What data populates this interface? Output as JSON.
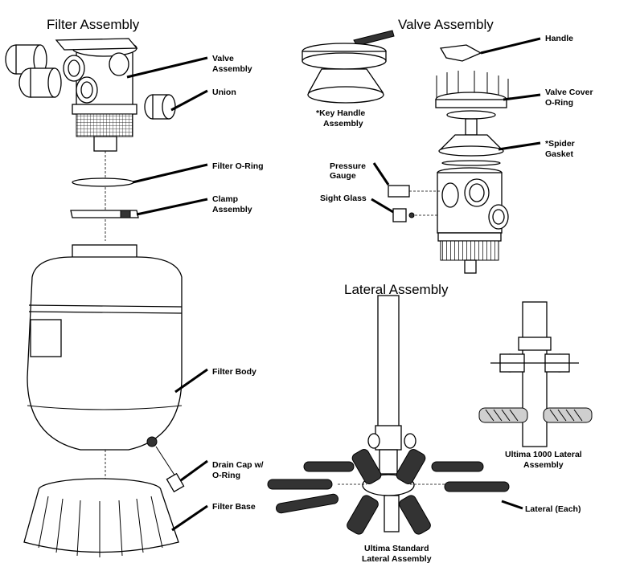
{
  "sections": {
    "filter": "Filter Assembly",
    "valve": "Valve Assembly",
    "lateral": "Lateral Assembly"
  },
  "labels": {
    "valve_assembly": [
      "Valve",
      "Assembly"
    ],
    "union": [
      "Union"
    ],
    "filter_oring": [
      "Filter O-Ring"
    ],
    "clamp_assembly": [
      "Clamp",
      "Assembly"
    ],
    "filter_body": [
      "Filter Body"
    ],
    "drain_cap": [
      "Drain Cap w/",
      "O-Ring"
    ],
    "filter_base": [
      "Filter Base"
    ],
    "key_handle": [
      "*Key Handle",
      "Assembly"
    ],
    "handle": [
      "Handle"
    ],
    "valve_cover_oring": [
      "Valve Cover",
      "O-Ring"
    ],
    "spider_gasket": [
      "*Spider",
      "Gasket"
    ],
    "pressure_gauge": [
      "Pressure",
      "Gauge"
    ],
    "sight_glass": [
      "Sight Glass"
    ],
    "ultima_1000": [
      "Ultima 1000 Lateral",
      "Assembly"
    ],
    "lateral_each": [
      "Lateral (Each)"
    ],
    "ultima_standard": [
      "Ultima Standard",
      "Lateral Assembly"
    ]
  }
}
